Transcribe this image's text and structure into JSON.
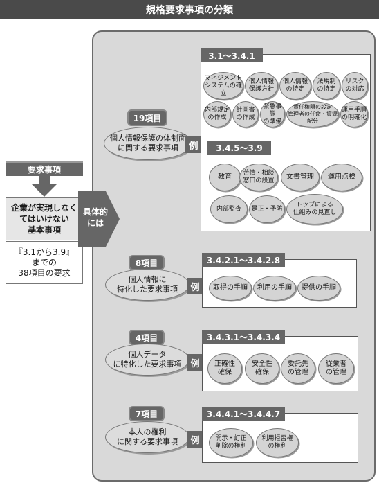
{
  "title": "規格要求事項の分類",
  "left": {
    "header": "要求事項",
    "basic_lines": [
      "企業が実現しなく",
      "てはいけない",
      "基本事項"
    ],
    "note_lines": [
      "『3.1から3.9』",
      "までの",
      "38項目の要求"
    ],
    "concrete_lines": [
      "具体的",
      "には"
    ]
  },
  "rei_label": "例",
  "groups": [
    {
      "count": "19項目",
      "desc_lines": [
        "個人情報保護の体制面",
        "に関する要求事項"
      ],
      "sections": [
        {
          "header": "3.1～3.4.1",
          "items": [
            [
              "マネジメント",
              "システムの確立"
            ],
            [
              "個人情報",
              "保護方針"
            ],
            [
              "個人情報",
              "の特定"
            ],
            [
              "法規制",
              "の特定"
            ],
            [
              "リスク",
              "の対応"
            ],
            [
              "内部規定",
              "の作成"
            ],
            [
              "計画書",
              "の作成"
            ],
            [
              "緊急事態",
              "の準備"
            ],
            [
              "責任権限の設定",
              "管理者の任命・資源配分"
            ],
            [
              "運用手順",
              "の明確化"
            ]
          ]
        },
        {
          "header": "3.4.5～3.9",
          "items": [
            [
              "教育"
            ],
            [
              "苦情・相談",
              "窓口の設置"
            ],
            [
              "文書管理"
            ],
            [
              "運用点検"
            ],
            [
              "内部監査"
            ],
            [
              "是正・予防"
            ],
            [
              "トップによる",
              "仕組みの見直し"
            ]
          ]
        }
      ]
    },
    {
      "count": "8項目",
      "desc_lines": [
        "個人情報に",
        "特化した要求事項"
      ],
      "sections": [
        {
          "header": "3.4.2.1～3.4.2.8",
          "items": [
            [
              "取得の手順"
            ],
            [
              "利用の手順"
            ],
            [
              "提供の手順"
            ]
          ]
        }
      ]
    },
    {
      "count": "4項目",
      "desc_lines": [
        "個人データ",
        "に特化した要求事項"
      ],
      "sections": [
        {
          "header": "3.4.3.1～3.4.3.4",
          "items": [
            [
              "正確性",
              "確保"
            ],
            [
              "安全性",
              "確保"
            ],
            [
              "委託先",
              "の管理"
            ],
            [
              "従業者",
              "の管理"
            ]
          ]
        }
      ]
    },
    {
      "count": "7項目",
      "desc_lines": [
        "本人の権利",
        "に関する要求事項"
      ],
      "sections": [
        {
          "header": "3.4.4.1～3.4.4.7",
          "items": [
            [
              "開示・訂正",
              "削除の権利"
            ],
            [
              "利用拒否権",
              "の権利"
            ]
          ]
        }
      ]
    }
  ]
}
